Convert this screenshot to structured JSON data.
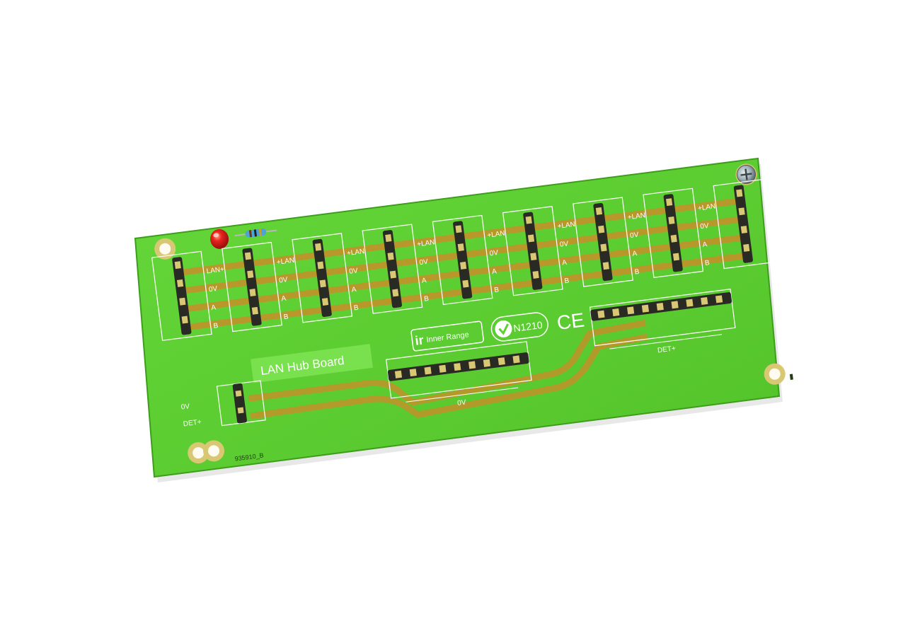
{
  "board": {
    "title": "LAN Hub Board",
    "part_number": "935910_B",
    "brand": "Inner Range",
    "compliance_mark": "N1210",
    "ce_mark": "CE",
    "colors": {
      "pcb": "#5fd032",
      "pcb_dark": "#4cb424",
      "trace": "#c98f2a",
      "silkscreen": "#ffffff",
      "pad": "#d9c873",
      "header": "#2a2a24",
      "led": "#e8231e"
    }
  },
  "lan_ports": {
    "first_labels": [
      "LAN+",
      "0V",
      "A",
      "B"
    ],
    "second_labels": [
      "+LAN",
      "0V",
      "A",
      "B"
    ],
    "repeat_labels": [
      "+LAN",
      "0V",
      "A",
      "B"
    ]
  },
  "bus_labels": {
    "ov_bus": "0V",
    "det_bus": "DET+",
    "left_ov": "0V",
    "left_det": "DET+"
  }
}
